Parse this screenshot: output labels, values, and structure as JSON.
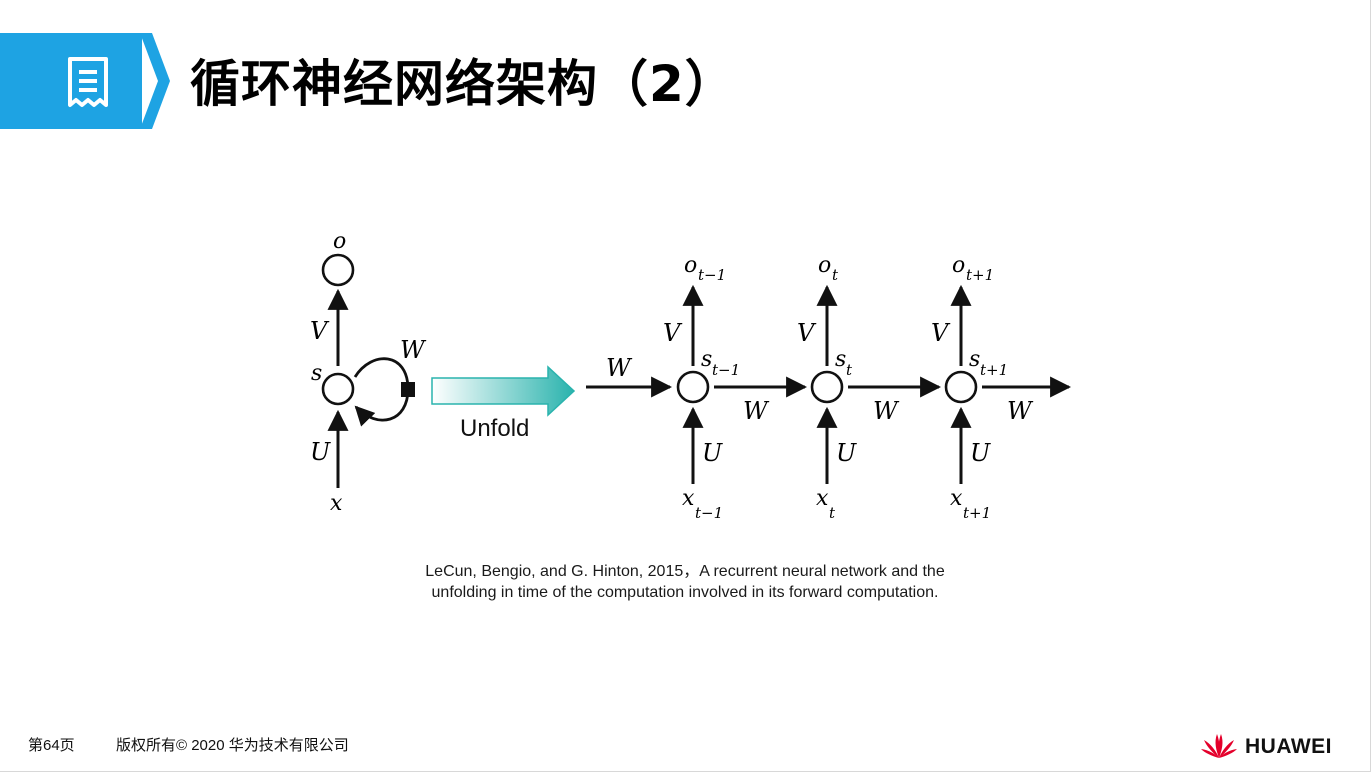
{
  "header": {
    "title": "循环神经网络架构（2）"
  },
  "diagram": {
    "folded": {
      "output": "o",
      "state": "s",
      "input": "x",
      "U": "U",
      "V": "V",
      "W": "W"
    },
    "unfold_label": "Unfold",
    "unfolded": {
      "incoming_W": "W",
      "steps": [
        {
          "o": "o",
          "o_sub": "t−1",
          "s": "s",
          "s_sub": "t−1",
          "x": "x",
          "x_sub": "t−1",
          "V": "V",
          "U": "U",
          "W_out": "W"
        },
        {
          "o": "o",
          "o_sub": "t",
          "s": "s",
          "s_sub": "t",
          "x": "x",
          "x_sub": "t",
          "V": "V",
          "U": "U",
          "W_out": "W"
        },
        {
          "o": "o",
          "o_sub": "t+1",
          "s": "s",
          "s_sub": "t+1",
          "x": "x",
          "x_sub": "t+1",
          "V": "V",
          "U": "U",
          "W_out": "W"
        }
      ]
    },
    "caption": {
      "line1": "LeCun, Bengio, and G. Hinton, 2015，A recurrent neural network and the",
      "line2": "unfolding in time of the computation involved in its forward computation."
    }
  },
  "footer": {
    "page": "第64页",
    "copyright": "版权所有© 2020 华为技术有限公司",
    "brand": "HUAWEI"
  },
  "colors": {
    "accent": "#1ea3e3",
    "unfold_arrow": "#2ab3ad",
    "brand_red": "#e4002b"
  }
}
